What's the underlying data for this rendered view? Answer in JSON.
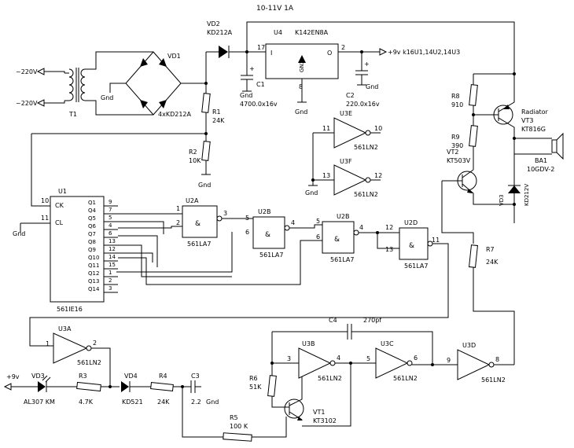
{
  "title": "10-11V 1A",
  "supply": {
    "in1": "~220V",
    "in2": "~220V",
    "out": "+9v k16U1,14U2,14U3",
    "plus": "+9v"
  },
  "transformer": {
    "ref": "T1"
  },
  "bridge": {
    "ref": "VD1",
    "part": "4xKD212A"
  },
  "vd2": {
    "ref": "VD2",
    "part": "KD212A"
  },
  "reg": {
    "ref": "U4",
    "part": "K142EN8A",
    "in": "I",
    "out": "O",
    "gnd": "GNX",
    "p_in": "17",
    "p_out": "2",
    "p_gnd": "8"
  },
  "c1": {
    "ref": "C1",
    "val": "4700.0x16v"
  },
  "c2": {
    "ref": "C2",
    "val": "220.0x16v"
  },
  "c3": {
    "ref": "C3",
    "val": "2.2"
  },
  "c4": {
    "ref": "C4",
    "val": "270pf"
  },
  "r1": {
    "ref": "R1",
    "val": "24K"
  },
  "r2": {
    "ref": "R2",
    "val": "10K"
  },
  "r3": {
    "ref": "R3",
    "val": "4.7K"
  },
  "r4": {
    "ref": "R4",
    "val": "24K"
  },
  "r5": {
    "ref": "R5",
    "val": "100 K"
  },
  "r6": {
    "ref": "R6",
    "val": "51K"
  },
  "r7": {
    "ref": "R7",
    "val": "24K"
  },
  "r8": {
    "ref": "R8",
    "val": "910"
  },
  "r9": {
    "ref": "R9",
    "val": "390"
  },
  "gnd": "Gnd",
  "u1": {
    "ref": "U1",
    "part": "561IE16",
    "ck": "CK",
    "cl": "CL",
    "p10": "10",
    "p11": "11",
    "outs": [
      "Q1",
      "Q4",
      "Q5",
      "Q6",
      "Q7",
      "Q8",
      "Q9",
      "Q10",
      "Q11",
      "Q12",
      "Q13",
      "Q14"
    ],
    "pins": [
      "9",
      "7",
      "5",
      "4",
      "6",
      "13",
      "12",
      "14",
      "15",
      "1",
      "2",
      "3"
    ]
  },
  "u2a": {
    "ref": "U2A",
    "part": "561LA7",
    "sym": "&",
    "a": "1",
    "b": "2",
    "y": "3"
  },
  "u2b1": {
    "ref": "U2B",
    "part": "561LA7",
    "sym": "&",
    "a": "5",
    "b": "6",
    "y": "4"
  },
  "u2b2": {
    "ref": "U2B",
    "part": "561LA7",
    "sym": "&",
    "a": "5",
    "b": "6",
    "y": "4"
  },
  "u2d": {
    "ref": "U2D",
    "part": "561LA7",
    "sym": "&",
    "a": "12",
    "b": "13",
    "y": "11"
  },
  "u3e": {
    "ref": "U3E",
    "part": "561LN2",
    "a": "11",
    "y": "10"
  },
  "u3f": {
    "ref": "U3F",
    "part": "561LN2",
    "a": "13",
    "y": "12"
  },
  "u3a": {
    "ref": "U3A",
    "part": "561LN2",
    "a": "1",
    "y": "2"
  },
  "u3b": {
    "ref": "U3B",
    "part": "561LN2",
    "a": "3",
    "y": "4"
  },
  "u3c": {
    "ref": "U3C",
    "part": "561LN2",
    "a": "5",
    "y": "6"
  },
  "u3d": {
    "ref": "U3D",
    "part": "561LN2",
    "a": "9",
    "y": "8"
  },
  "vt1": {
    "ref": "VT1",
    "part": "KT3102"
  },
  "vt2": {
    "ref": "VT2",
    "part": "KT503V"
  },
  "vt3": {
    "ref": "VT3",
    "part": "KT816G",
    "note": "Radiator"
  },
  "vd3led": {
    "ref": "VD3",
    "part": "AL307 KM"
  },
  "vd3z": {
    "ref": "VD3",
    "part": "KD212V"
  },
  "vd4": {
    "ref": "VD4",
    "part": "KD521"
  },
  "ba1": {
    "ref": "BA1",
    "part": "10GDV-2"
  }
}
